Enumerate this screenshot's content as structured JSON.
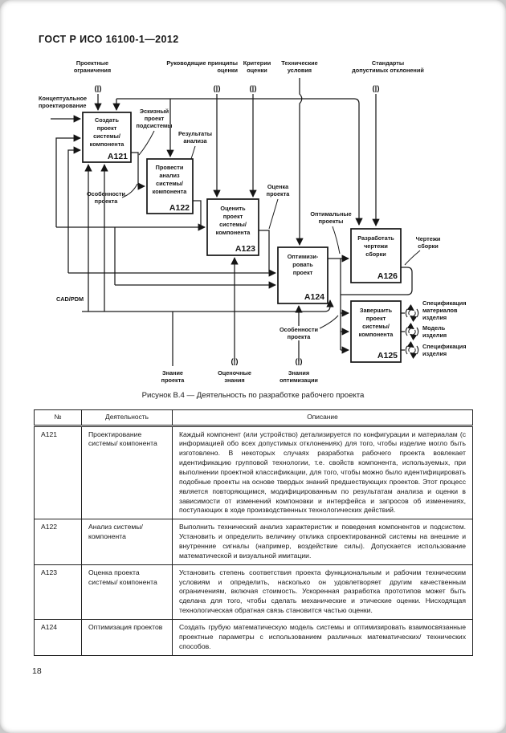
{
  "page": {
    "header": "ГОСТ Р ИСО 16100-1—2012",
    "figure_caption": "Рисунок В.4 — Деятельность по разработке рабочего проекта",
    "page_number": "18"
  },
  "diagram": {
    "tunnel_mark": "(|)",
    "controls": [
      {
        "label": "Проектные\nограничения"
      },
      {
        "label": "Руководящие принципы\nоценки"
      },
      {
        "label": "Критерии\nоценки"
      },
      {
        "label": "Технические\nусловия"
      },
      {
        "label": "Стандарты\nдопустимых отклонений"
      }
    ],
    "input_left": "Концептуальное\nпроектирование",
    "boxes": [
      {
        "title": "Создать\nпроект\nсистемы/\nкомпонента",
        "code": "A121"
      },
      {
        "title": "Провести\nанализ\nсистемы/\nкомпонента",
        "code": "A122"
      },
      {
        "title": "Оценить\nпроект\nсистемы/\nкомпонента",
        "code": "A123"
      },
      {
        "title": "Оптимизи-\nровать\nпроект",
        "code": "A124"
      },
      {
        "title": "Разработать\nчертежи\nсборки",
        "code": "A126"
      },
      {
        "title": "Завершить\nпроект\nсистемы/\nкомпонента",
        "code": "A125"
      }
    ],
    "flow_labels": {
      "sketch": "Эскизный\nпроект\nподсистемы",
      "analysis_results": "Результаты\nанализа",
      "features_left": "Особенности\nпроекта",
      "design_score": "Оценка\nпроекта",
      "optimal_designs": "Оптимальные\nпроекты",
      "assembly_drawings": "Чертежи\nсборки",
      "cad_pdm": "CAD/PDM",
      "features_right": "Особенности\nпроекта",
      "design_knowledge": "Знание\nпроекта",
      "evaluation_knowledge": "Оценочные\nзнания",
      "optimization_knowledge": "Знания\nоптимизации"
    },
    "outputs_right": [
      "Спецификация\nматериалов\nизделия",
      "Модель\nизделия",
      "Спецификация\nизделия"
    ]
  },
  "table": {
    "headers": [
      "№",
      "Деятельность",
      "Описание"
    ],
    "rows": [
      {
        "no": "A121",
        "activity": "Проектирование системы/ компонента",
        "description": "Каждый компонент (или устройство) детализируется по конфигурации и материалам (с информацией обо всех допустимых отклонениях) для того, чтобы изделие могло быть изготовлено. В некоторых случаях разработка рабочего проекта вовлекает идентификацию групповой технологии, т.е. свойств компонента, используемых, при выполнении проектной классификации, для того, чтобы можно было идентифицировать подобные проекты на основе твердых знаний предшествующих проектов. Этот процесс является повторяющимся, модифицированным по результатам анализа и оценки в зависимости от изменений компоновки и интерфейса и запросов об изменениях, поступающих в ходе производственных технологических действий."
      },
      {
        "no": "A122",
        "activity": "Анализ системы/ компонента",
        "description": "Выполнить технический анализ характеристик и поведения компонентов и подсистем. Установить и определить величину отклика спроектированной системы на внешние и внутренние сигналы (например, воздействие силы). Допускается использование математической и визуальной имитации."
      },
      {
        "no": "A123",
        "activity": "Оценка проекта системы/ компонента",
        "description": "Установить степень соответствия проекта функциональным и рабочим техническим условиям и определить, насколько он удовлетворяет другим качественным ограничениям, включая стоимость. Ускоренная разработка прототипов может быть сделана для того, чтобы сделать механические и этические оценки. Нисходящая технологическая обратная связь становится частью оценки."
      },
      {
        "no": "A124",
        "activity": "Оптимизация проектов",
        "description": "Создать грубую математическую модель системы и оптимизировать взаимосвязанные проектные параметры с использованием различных математических/ технических способов."
      }
    ]
  }
}
